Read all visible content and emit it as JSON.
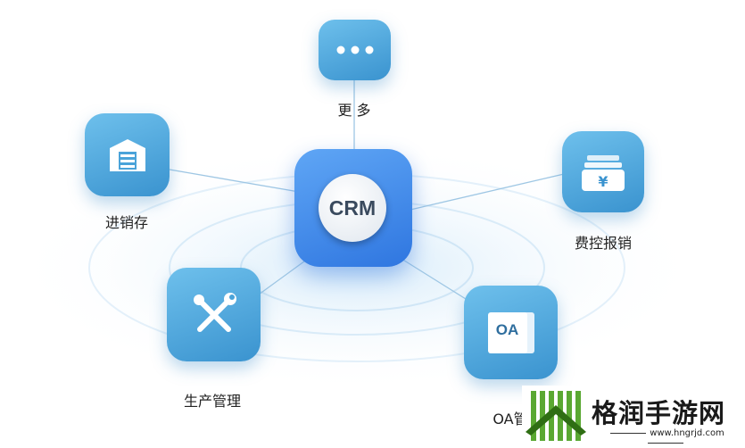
{
  "center": {
    "label": "CRM"
  },
  "nodes": [
    {
      "id": "more",
      "label": "更 多",
      "icon": "more-dots-icon"
    },
    {
      "id": "inventory",
      "label": "进销存",
      "icon": "warehouse-icon"
    },
    {
      "id": "expense",
      "label": "费控报销",
      "icon": "yen-wallet-icon"
    },
    {
      "id": "production",
      "label": "生产管理",
      "icon": "tools-icon"
    },
    {
      "id": "oa",
      "label": "OA管",
      "icon": "oa-document-icon",
      "icon_text": "OA"
    }
  ],
  "watermark": {
    "name": "格润手游网",
    "url": "www.hngrjd.com"
  },
  "colors": {
    "tile": "#4aa3d9",
    "crm": "#3d86e8",
    "watermark_green": "#3d8a1e"
  }
}
